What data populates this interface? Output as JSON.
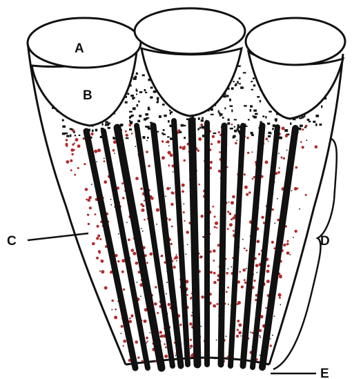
{
  "labels": {
    "a": "A",
    "b": "B",
    "c": "C",
    "d": "D",
    "e": "E"
  },
  "colors": {
    "ink": "#111111",
    "dots": "#b22a2a",
    "background": "#ffffff"
  }
}
